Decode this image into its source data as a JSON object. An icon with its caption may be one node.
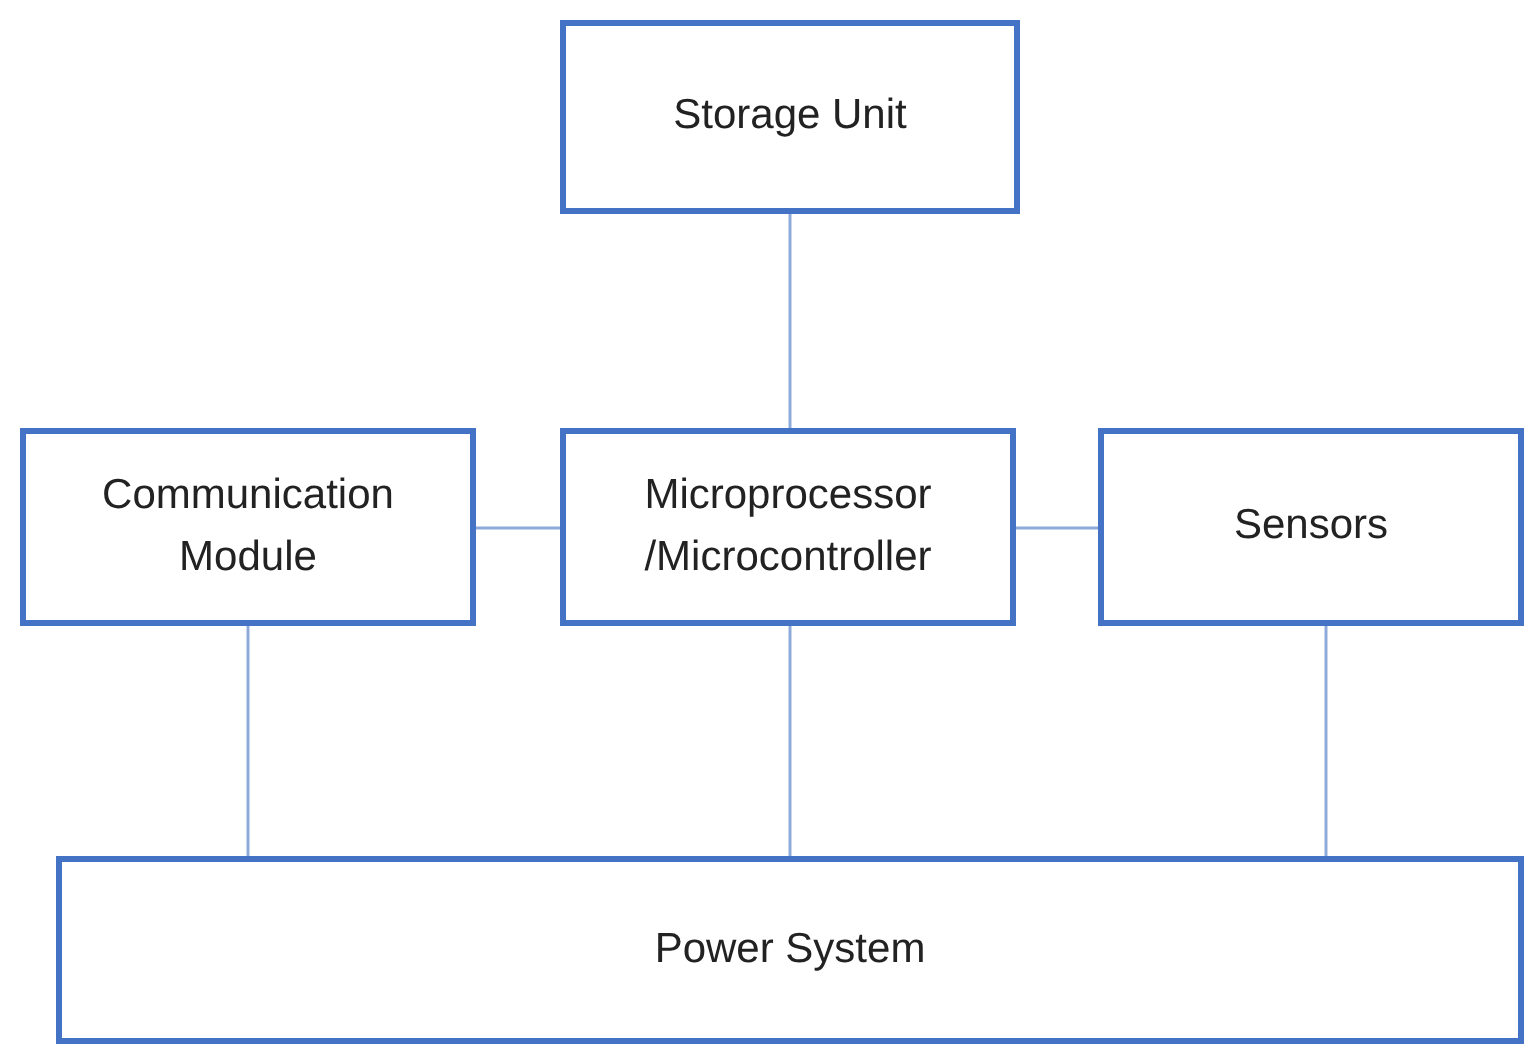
{
  "diagram": {
    "nodes": [
      {
        "text": [
          "Storage Unit"
        ]
      },
      {
        "text": [
          "Communication Module"
        ]
      },
      {
        "text": [
          "Microprocessor /Microcontroller"
        ]
      },
      {
        "text": [
          "Sensors"
        ]
      },
      {
        "text": [
          "Power System"
        ]
      }
    ],
    "edges": [
      {
        "from": 0,
        "to": 2,
        "arrow": "none"
      },
      {
        "from": 1,
        "to": 2,
        "arrow": "none"
      },
      {
        "from": 2,
        "to": 3,
        "arrow": "none"
      },
      {
        "from": 1,
        "to": 4,
        "arrow": "none"
      },
      {
        "from": 2,
        "to": 4,
        "arrow": "none"
      },
      {
        "from": 3,
        "to": 4,
        "arrow": "none"
      }
    ]
  }
}
